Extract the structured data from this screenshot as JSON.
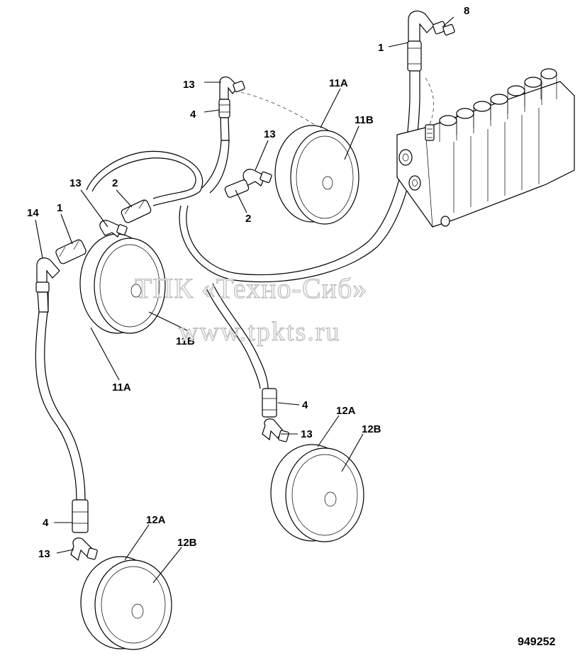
{
  "watermark": {
    "line1": "ТПК «Техно-Сиб»",
    "line2": "www.tpkts.ru"
  },
  "document_number": "949252",
  "callouts": {
    "c8": "8",
    "c1_top": "1",
    "c13_a": "13",
    "c11a_top": "11A",
    "c4_top": "4",
    "c11b_top": "11B",
    "c13_b": "13",
    "c2_right": "2",
    "c13_c": "13",
    "c2_left": "2",
    "c14": "14",
    "c1_left": "1",
    "c11b_left": "11B",
    "c11a_left": "11A",
    "c4_mid": "4",
    "c13_d": "13",
    "c12a_mid": "12A",
    "c12b_mid": "12B",
    "c4_low": "4",
    "c12a_low": "12A",
    "c13_e": "13",
    "c12b_low": "12B"
  }
}
